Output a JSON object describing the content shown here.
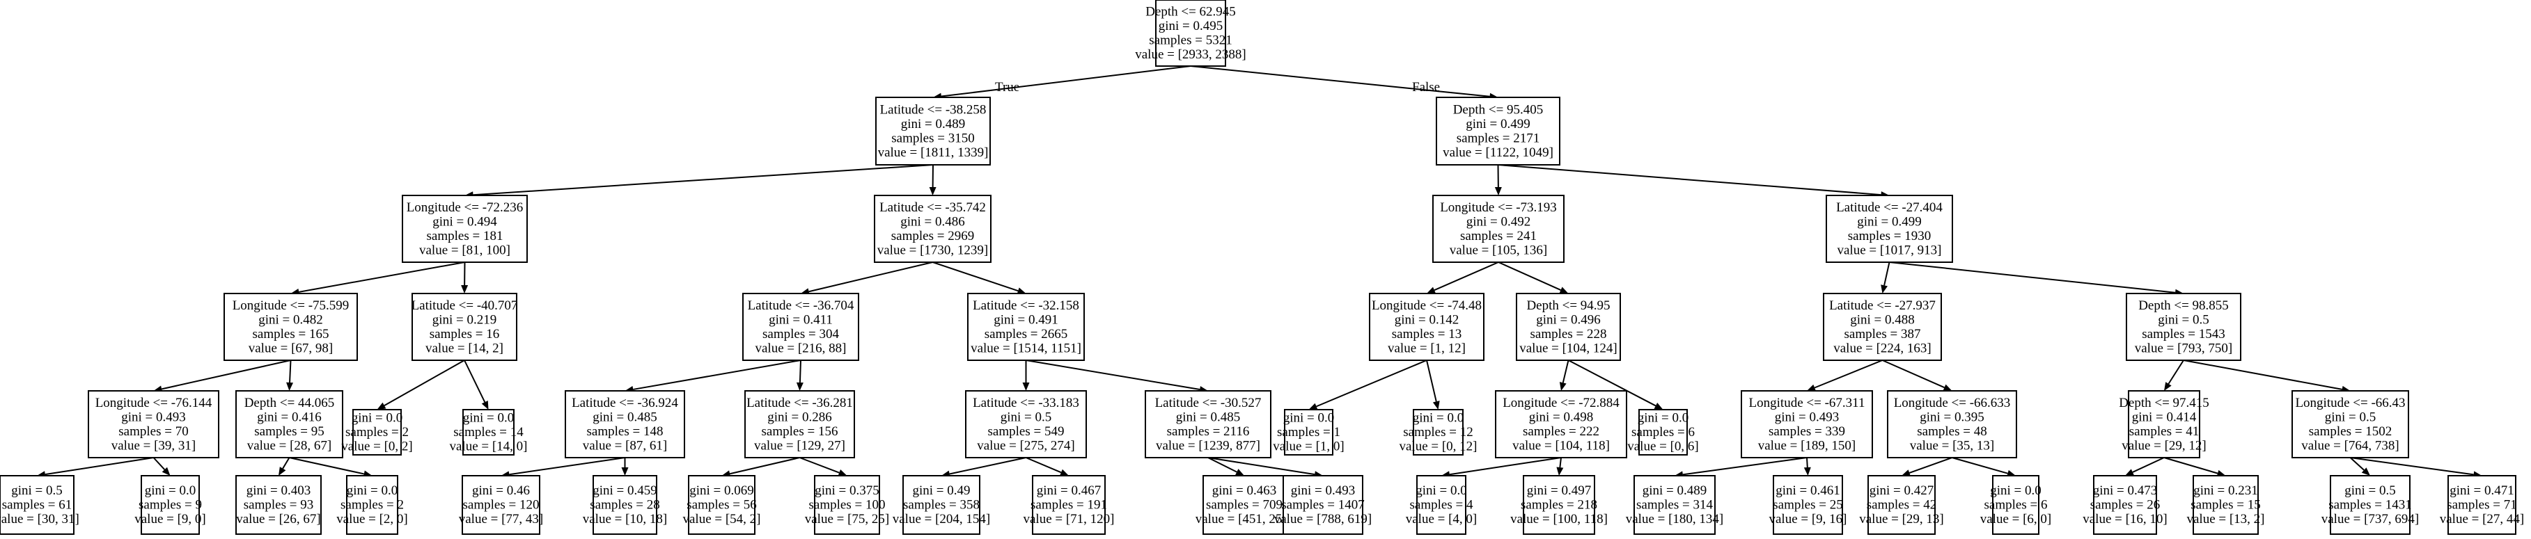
{
  "tree": {
    "edge_labels": {
      "true": "True",
      "false": "False"
    },
    "nodes": {
      "n0": [
        "Depth <= 62.945",
        "gini = 0.495",
        "samples = 5321",
        "value = [2933, 2388]"
      ],
      "n1": [
        "Latitude <= -38.258",
        "gini = 0.489",
        "samples = 3150",
        "value = [1811, 1339]"
      ],
      "n2": [
        "Depth <= 95.405",
        "gini = 0.499",
        "samples = 2171",
        "value = [1122, 1049]"
      ],
      "n3": [
        "Longitude <= -72.236",
        "gini = 0.494",
        "samples = 181",
        "value = [81, 100]"
      ],
      "n4": [
        "Latitude <= -35.742",
        "gini = 0.486",
        "samples = 2969",
        "value = [1730, 1239]"
      ],
      "n5": [
        "Longitude <= -73.193",
        "gini = 0.492",
        "samples = 241",
        "value = [105, 136]"
      ],
      "n6": [
        "Latitude <= -27.404",
        "gini = 0.499",
        "samples = 1930",
        "value = [1017, 913]"
      ],
      "n7": [
        "Longitude <= -75.599",
        "gini = 0.482",
        "samples = 165",
        "value = [67, 98]"
      ],
      "n8": [
        "Latitude <= -40.707",
        "gini = 0.219",
        "samples = 16",
        "value = [14, 2]"
      ],
      "n9": [
        "Latitude <= -36.704",
        "gini = 0.411",
        "samples = 304",
        "value = [216, 88]"
      ],
      "n10": [
        "Latitude <= -32.158",
        "gini = 0.491",
        "samples = 2665",
        "value = [1514, 1151]"
      ],
      "n11": [
        "Longitude <= -74.48",
        "gini = 0.142",
        "samples = 13",
        "value = [1, 12]"
      ],
      "n12": [
        "Depth <= 94.95",
        "gini = 0.496",
        "samples = 228",
        "value = [104, 124]"
      ],
      "n13": [
        "Latitude <= -27.937",
        "gini = 0.488",
        "samples = 387",
        "value = [224, 163]"
      ],
      "n14": [
        "Depth <= 98.855",
        "gini = 0.5",
        "samples = 1543",
        "value = [793, 750]"
      ],
      "n15": [
        "Longitude <= -76.144",
        "gini = 0.493",
        "samples = 70",
        "value = [39, 31]"
      ],
      "n16": [
        "Depth <= 44.065",
        "gini = 0.416",
        "samples = 95",
        "value = [28, 67]"
      ],
      "n17": [
        "gini = 0.0",
        "samples = 2",
        "value = [0, 2]"
      ],
      "n18": [
        "gini = 0.0",
        "samples = 14",
        "value = [14, 0]"
      ],
      "n19": [
        "Latitude <= -36.924",
        "gini = 0.485",
        "samples = 148",
        "value = [87, 61]"
      ],
      "n20": [
        "Latitude <= -36.281",
        "gini = 0.286",
        "samples = 156",
        "value = [129, 27]"
      ],
      "n21": [
        "Latitude <= -33.183",
        "gini = 0.5",
        "samples = 549",
        "value = [275, 274]"
      ],
      "n22": [
        "Latitude <= -30.527",
        "gini = 0.485",
        "samples = 2116",
        "value = [1239, 877]"
      ],
      "n23": [
        "gini = 0.0",
        "samples = 1",
        "value = [1, 0]"
      ],
      "n24": [
        "gini = 0.0",
        "samples = 12",
        "value = [0, 12]"
      ],
      "n25": [
        "Longitude <= -72.884",
        "gini = 0.498",
        "samples = 222",
        "value = [104, 118]"
      ],
      "n26": [
        "gini = 0.0",
        "samples = 6",
        "value = [0, 6]"
      ],
      "n27": [
        "Longitude <= -67.311",
        "gini = 0.493",
        "samples = 339",
        "value = [189, 150]"
      ],
      "n28": [
        "Longitude <= -66.633",
        "gini = 0.395",
        "samples = 48",
        "value = [35, 13]"
      ],
      "n29": [
        "Depth <= 97.415",
        "gini = 0.414",
        "samples = 41",
        "value = [29, 12]"
      ],
      "n30": [
        "Longitude <= -66.43",
        "gini = 0.5",
        "samples = 1502",
        "value = [764, 738]"
      ],
      "n31": [
        "gini = 0.5",
        "samples = 61",
        "value = [30, 31]"
      ],
      "n32": [
        "gini = 0.0",
        "samples = 9",
        "value = [9, 0]"
      ],
      "n33": [
        "gini = 0.403",
        "samples = 93",
        "value = [26, 67]"
      ],
      "n34": [
        "gini = 0.0",
        "samples = 2",
        "value = [2, 0]"
      ],
      "n35": [
        "gini = 0.46",
        "samples = 120",
        "value = [77, 43]"
      ],
      "n36": [
        "gini = 0.459",
        "samples = 28",
        "value = [10, 18]"
      ],
      "n37": [
        "gini = 0.069",
        "samples = 56",
        "value = [54, 2]"
      ],
      "n38": [
        "gini = 0.375",
        "samples = 100",
        "value = [75, 25]"
      ],
      "n39": [
        "gini = 0.49",
        "samples = 358",
        "value = [204, 154]"
      ],
      "n40": [
        "gini = 0.467",
        "samples = 191",
        "value = [71, 120]"
      ],
      "n41": [
        "gini = 0.463",
        "samples = 709",
        "value = [451, 258]"
      ],
      "n42": [
        "gini = 0.493",
        "samples = 1407",
        "value = [788, 619]"
      ],
      "n43": [
        "gini = 0.0",
        "samples = 4",
        "value = [4, 0]"
      ],
      "n44": [
        "gini = 0.497",
        "samples = 218",
        "value = [100, 118]"
      ],
      "n45": [
        "gini = 0.489",
        "samples = 314",
        "value = [180, 134]"
      ],
      "n46": [
        "gini = 0.461",
        "samples = 25",
        "value = [9, 16]"
      ],
      "n47": [
        "gini = 0.427",
        "samples = 42",
        "value = [29, 13]"
      ],
      "n48": [
        "gini = 0.0",
        "samples = 6",
        "value = [6, 0]"
      ],
      "n49": [
        "gini = 0.473",
        "samples = 26",
        "value = [16, 10]"
      ],
      "n50": [
        "gini = 0.231",
        "samples = 15",
        "value = [13, 2]"
      ],
      "n51": [
        "gini = 0.5",
        "samples = 1431",
        "value = [737, 694]"
      ],
      "n52": [
        "gini = 0.471",
        "samples = 71",
        "value = [27, 44]"
      ]
    },
    "edges": [
      [
        "n0",
        "n1"
      ],
      [
        "n0",
        "n2"
      ],
      [
        "n1",
        "n3"
      ],
      [
        "n1",
        "n4"
      ],
      [
        "n2",
        "n5"
      ],
      [
        "n2",
        "n6"
      ],
      [
        "n3",
        "n7"
      ],
      [
        "n3",
        "n8"
      ],
      [
        "n4",
        "n9"
      ],
      [
        "n4",
        "n10"
      ],
      [
        "n5",
        "n11"
      ],
      [
        "n5",
        "n12"
      ],
      [
        "n6",
        "n13"
      ],
      [
        "n6",
        "n14"
      ],
      [
        "n7",
        "n15"
      ],
      [
        "n7",
        "n16"
      ],
      [
        "n8",
        "n17"
      ],
      [
        "n8",
        "n18"
      ],
      [
        "n9",
        "n19"
      ],
      [
        "n9",
        "n20"
      ],
      [
        "n10",
        "n21"
      ],
      [
        "n10",
        "n22"
      ],
      [
        "n11",
        "n23"
      ],
      [
        "n11",
        "n24"
      ],
      [
        "n12",
        "n25"
      ],
      [
        "n12",
        "n26"
      ],
      [
        "n13",
        "n27"
      ],
      [
        "n13",
        "n28"
      ],
      [
        "n14",
        "n29"
      ],
      [
        "n14",
        "n30"
      ],
      [
        "n15",
        "n31"
      ],
      [
        "n15",
        "n32"
      ],
      [
        "n16",
        "n33"
      ],
      [
        "n16",
        "n34"
      ],
      [
        "n19",
        "n35"
      ],
      [
        "n19",
        "n36"
      ],
      [
        "n20",
        "n37"
      ],
      [
        "n20",
        "n38"
      ],
      [
        "n21",
        "n39"
      ],
      [
        "n21",
        "n40"
      ],
      [
        "n22",
        "n41"
      ],
      [
        "n22",
        "n42"
      ],
      [
        "n25",
        "n43"
      ],
      [
        "n25",
        "n44"
      ],
      [
        "n27",
        "n45"
      ],
      [
        "n27",
        "n46"
      ],
      [
        "n28",
        "n47"
      ],
      [
        "n28",
        "n48"
      ],
      [
        "n29",
        "n49"
      ],
      [
        "n29",
        "n50"
      ],
      [
        "n30",
        "n51"
      ],
      [
        "n30",
        "n52"
      ]
    ]
  }
}
